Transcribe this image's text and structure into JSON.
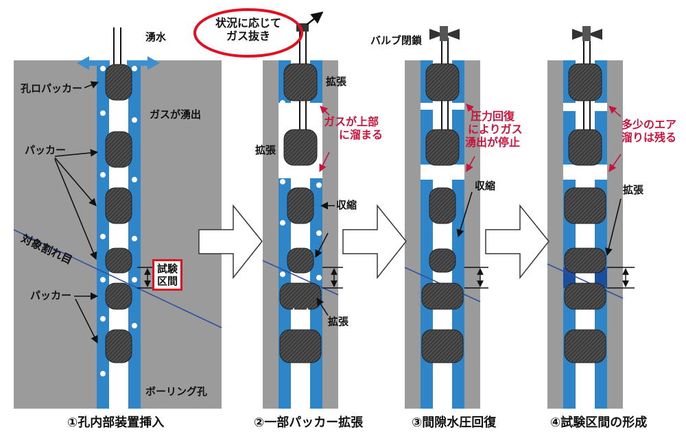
{
  "annotations": {
    "top_callout": [
      "状況に応じて",
      "ガス抜き"
    ],
    "spring_water": "湧水",
    "valve_closed": "バルブ閉鎖",
    "p1": {
      "collar_packer": "孔ロパッカー",
      "gas_out": "ガスが湧出",
      "packer_a": "パッカー",
      "target_fracture": "対象割れ目",
      "test_section": [
        "試験",
        "区間"
      ],
      "packer_b": "パッカー",
      "borehole": "ボーリング孔"
    },
    "p2": {
      "expand_top": "拡張",
      "expand_mid": "拡張",
      "gas_top": [
        "ガスが上部",
        "に溜まる"
      ],
      "shrink": "収縮",
      "expand_bottom": "拡張"
    },
    "p3": {
      "pressure_recovery": [
        "圧力回復",
        "によりガス",
        "湧出が停止"
      ],
      "shrink": "収縮"
    },
    "p4": {
      "air_remains": [
        "多少のエア",
        "溜りは残る"
      ],
      "expand": "拡張"
    }
  },
  "captions": [
    "①孔内部装置挿入",
    "②一部パッカー拡張",
    "③間隙水圧回復",
    "④試験区間の形成"
  ],
  "colors": {
    "rock": "#9b9b9b",
    "water": "#2e86c8",
    "packer": "#3a3a3a",
    "accent_red": "#e01020",
    "label_red": "#c8143c",
    "fracture": "#3050a0"
  }
}
